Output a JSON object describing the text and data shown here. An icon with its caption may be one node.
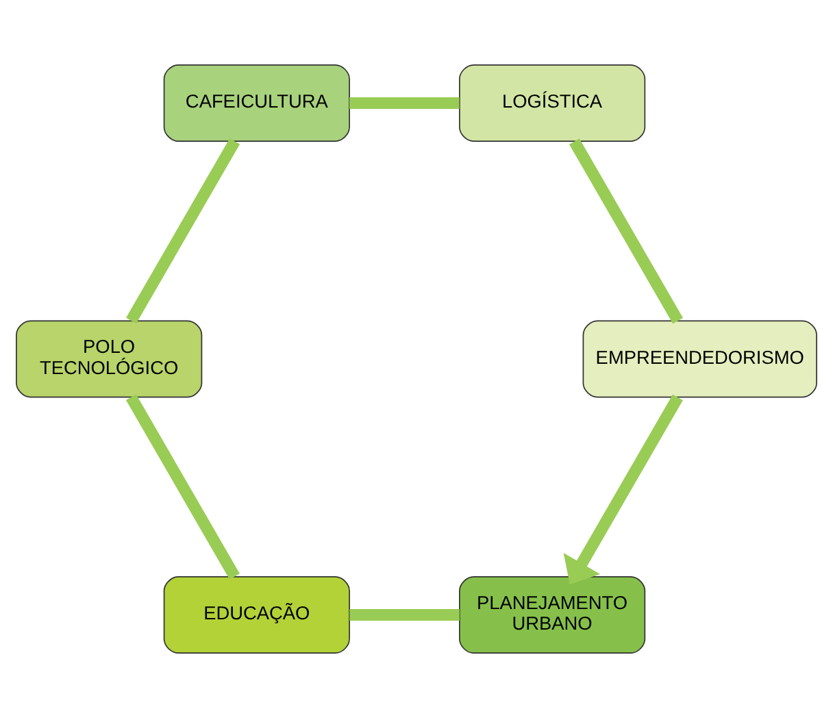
{
  "diagram": {
    "nodes": [
      {
        "text": [
          "PLANEJAMENTO URBANO"
        ]
      },
      {
        "text": [
          "EDUCAÇÃO"
        ]
      },
      {
        "text": [
          "POLO TECNOLÓGICO"
        ]
      },
      {
        "text": [
          "CAFEICULTURA"
        ]
      },
      {
        "text": [
          "LOGÍSTICA"
        ]
      },
      {
        "text": [
          "EMPREENDEDORISMO"
        ]
      }
    ],
    "edges": [
      {
        "from": 0,
        "to": 1,
        "arrow": "none"
      },
      {
        "from": 1,
        "to": 2,
        "arrow": "none"
      },
      {
        "from": 2,
        "to": 3,
        "arrow": "none"
      },
      {
        "from": 3,
        "to": 4,
        "arrow": "none"
      },
      {
        "from": 4,
        "to": 5,
        "arrow": "none"
      },
      {
        "from": 5,
        "to": 0,
        "arrow": "to"
      }
    ]
  }
}
